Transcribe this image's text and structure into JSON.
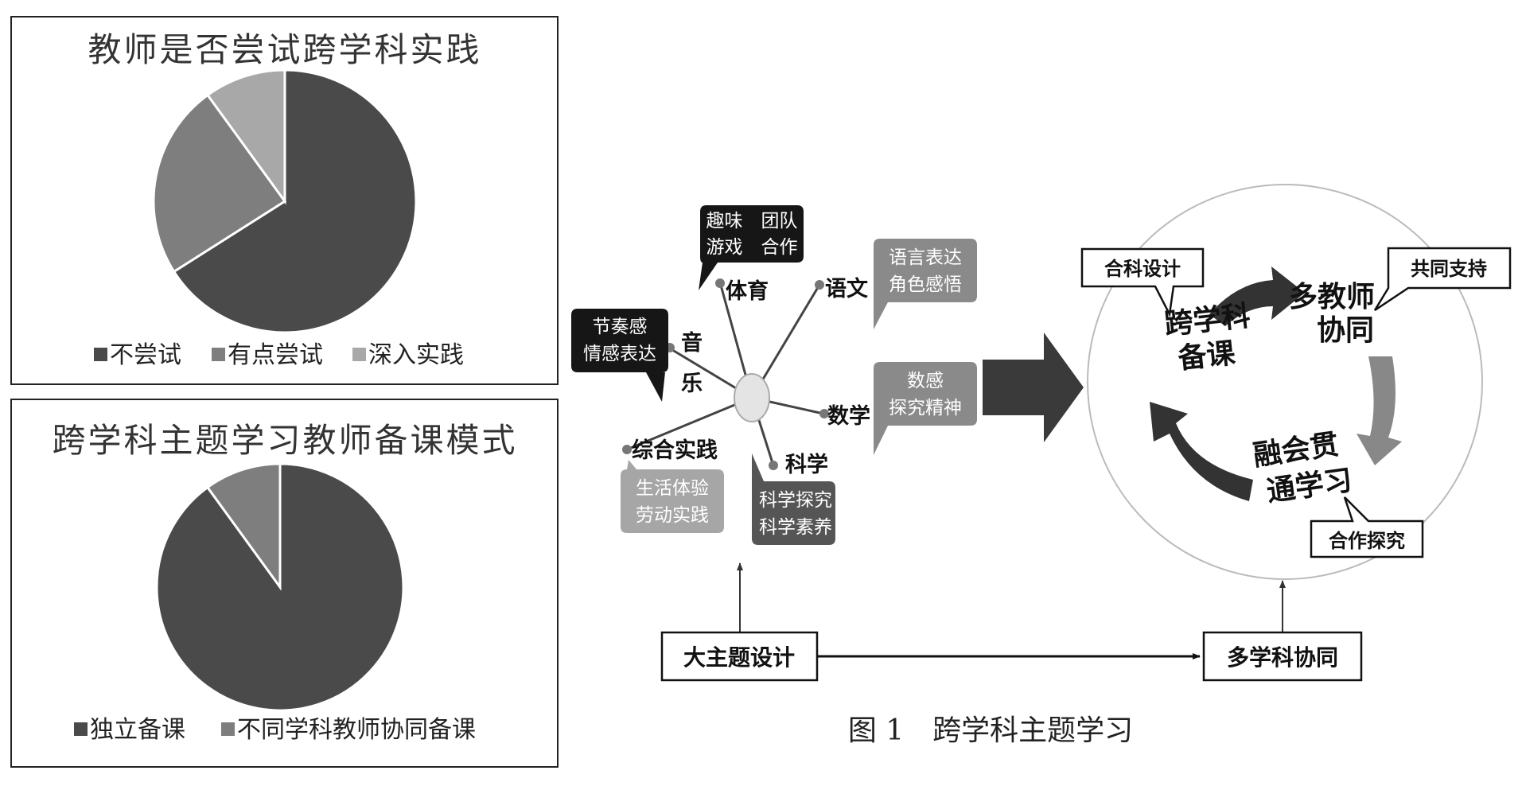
{
  "pie_chart_1": {
    "title": "教师是否尝试跨学科实践",
    "legend": [
      "不尝试",
      "有点尝试",
      "深入实践"
    ]
  },
  "pie_chart_2": {
    "title": "跨学科主题学习教师备课模式",
    "legend": [
      "独立备课",
      "不同学科教师协同备课"
    ]
  },
  "colors": {
    "dark": "#4a4a4a",
    "mid": "#7e7e7e",
    "light": "#a8a8a8",
    "black": "#111111",
    "grey_bubble": "#8a8a8a"
  },
  "diagram": {
    "subjects": {
      "pe": "体育",
      "chinese": "语文",
      "music_1": "音",
      "music_2": "乐",
      "math": "数学",
      "practice": "综合实践",
      "science": "科学"
    },
    "bubbles": {
      "pe_1": "趣味　团队",
      "pe_2": "游戏　合作",
      "chinese_1": "语言表达",
      "chinese_2": "角色感悟",
      "music_1": "节奏感",
      "music_2": "情感表达",
      "math_1": "数感",
      "math_2": "探究精神",
      "practice_1": "生活体验",
      "practice_2": "劳动实践",
      "science_1": "科学探究",
      "science_2": "科学素养"
    },
    "cycle": {
      "step1_1": "跨学科",
      "step1_2": "备课",
      "step2_1": "多教师",
      "step2_2": "协同",
      "step3_1": "融会贯",
      "step3_2": "通学习"
    },
    "tags": {
      "tag1": "合科设计",
      "tag2": "共同支持",
      "tag3": "合作探究"
    },
    "bottom": {
      "left_box": "大主题设计",
      "right_box": "多学科协同"
    },
    "caption": "图 1　跨学科主题学习"
  },
  "chart_data": [
    {
      "type": "pie",
      "title": "教师是否尝试跨学科实践",
      "labels": [
        "不尝试",
        "有点尝试",
        "深入实践"
      ],
      "values": [
        66,
        24,
        10
      ],
      "legend_position": "bottom"
    },
    {
      "type": "pie",
      "title": "跨学科主题学习教师备课模式",
      "labels": [
        "独立备课",
        "不同学科教师协同备课"
      ],
      "values": [
        90,
        10
      ],
      "legend_position": "bottom"
    }
  ]
}
